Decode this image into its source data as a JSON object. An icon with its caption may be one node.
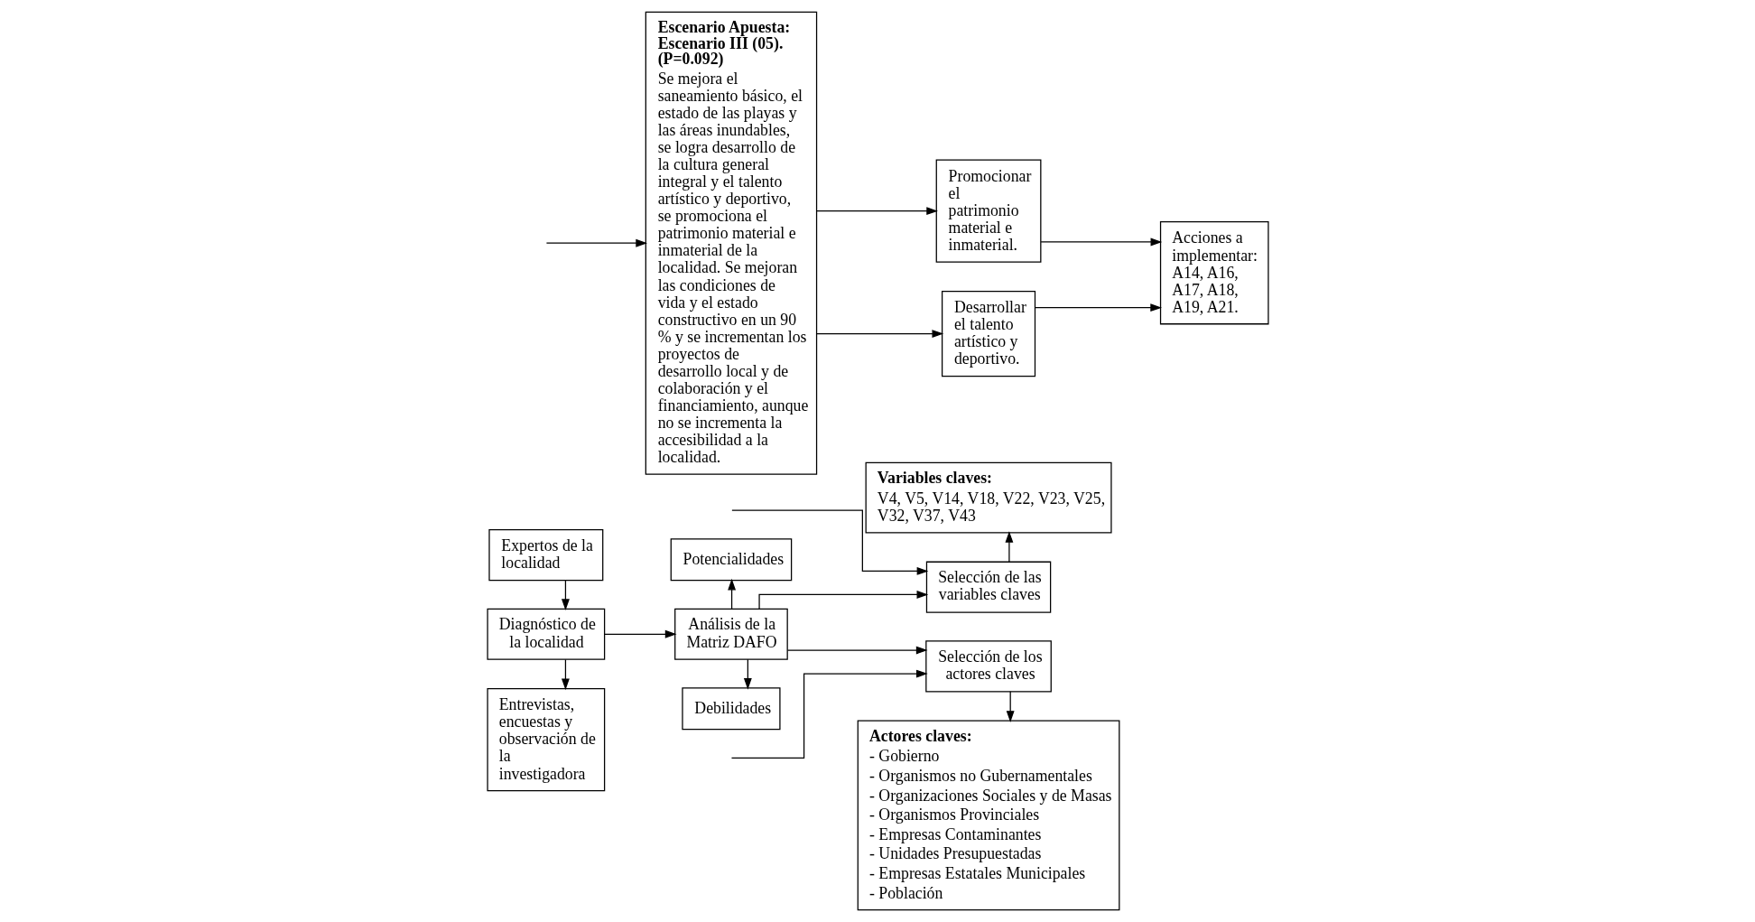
{
  "diagram": {
    "nodes": [
      {
        "text": [
          "Expertos de la localidad"
        ]
      },
      {
        "text": [
          "Diagnóstico de la localidad"
        ]
      },
      {
        "text": [
          "Entrevistas, encuestas y observación de la investigadora"
        ]
      },
      {
        "text": [
          "Potencialidades"
        ]
      },
      {
        "text": [
          "Análisis de la Matriz DAFO"
        ]
      },
      {
        "text": [
          "Debilidades"
        ]
      },
      {
        "text": [
          "Variables claves:",
          "V4, V5, V14, V18, V22, V23, V25, V32, V37, V43"
        ]
      },
      {
        "text": [
          "Selección de las variables claves"
        ]
      },
      {
        "text": [
          "Selección de los actores claves"
        ]
      },
      {
        "text": [
          "Actores claves:",
          "- Gobierno",
          "- Organismos no Gubernamentales",
          "- Organizaciones Sociales y de Masas",
          "- Organismos Provinciales",
          "- Empresas Contaminantes",
          "- Unidades Presupuestadas",
          "- Empresas Estatales Municipales",
          "- Población"
        ]
      },
      {
        "text": [
          "Escenario Apuesta: Escenario III (05). (P=0.092)",
          "Se mejora el saneamiento básico, el estado de las playas y las áreas inundables, se logra desarrollo de la cultura general integral y el talento artístico y deportivo, se promociona el patrimonio material e inmaterial de la localidad. Se mejoran las condiciones de vida y el estado constructivo en un 90 % y se incrementan los proyectos de desarrollo local y de colaboración y el financiamiento, aunque no se incrementa la accesibilidad a la localidad."
        ]
      },
      {
        "text": [
          "Promocionar el patrimonio material e inmaterial."
        ]
      },
      {
        "text": [
          "Desarrollar el talento artístico y deportivo."
        ]
      },
      {
        "text": [
          "Acciones a implementar: A14, A16, A17, A18, A19, A21."
        ]
      }
    ],
    "edges": [
      {
        "from": 0,
        "to": 1,
        "arrow": "to"
      },
      {
        "from": 1,
        "to": 2,
        "arrow": "to"
      },
      {
        "from": 1,
        "to": 4,
        "arrow": "to"
      },
      {
        "from": 4,
        "to": 3,
        "arrow": "to"
      },
      {
        "from": 4,
        "to": 5,
        "arrow": "to"
      },
      {
        "from": 4,
        "to": 7,
        "arrow": "to"
      },
      {
        "from": 4,
        "to": 8,
        "arrow": "to"
      },
      {
        "from": 7,
        "to": 6,
        "arrow": "to"
      },
      {
        "from": 8,
        "to": 9,
        "arrow": "to"
      },
      {
        "from": null,
        "to": 7,
        "arrow": "to"
      },
      {
        "from": null,
        "to": 8,
        "arrow": "to"
      },
      {
        "from": null,
        "to": 10,
        "arrow": "to"
      },
      {
        "from": 10,
        "to": 11,
        "arrow": "to"
      },
      {
        "from": 10,
        "to": 12,
        "arrow": "to"
      },
      {
        "from": 11,
        "to": 13,
        "arrow": "to"
      },
      {
        "from": 12,
        "to": 13,
        "arrow": "to"
      }
    ]
  }
}
